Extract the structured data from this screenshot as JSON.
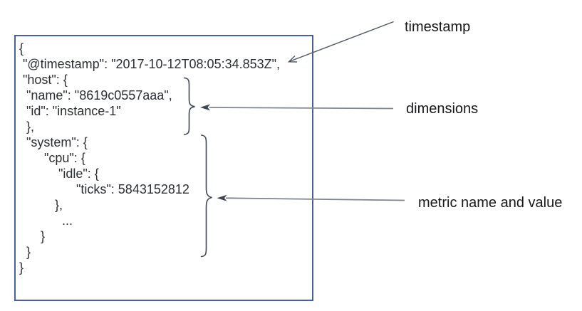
{
  "document": {
    "text": "{\n \"@timestamp\": \"2017-10-12T08:05:34.853Z\",\n \"host\": {\n  \"name\": \"8619c0557aaa\",\n  \"id\": \"instance-1\"\n  },\n  \"system\": {\n       \"cpu\": {\n           \"idle\": {\n                \"ticks\": 5843152812\n          },\n            ...\n      }\n  }\n}",
    "values": {
      "timestamp": "2017-10-12T08:05:34.853Z",
      "host_name": "8619c0557aaa",
      "host_id": "instance-1",
      "ticks": 5843152812
    }
  },
  "annotations": {
    "timestamp_label": "timestamp",
    "dimensions_label": "dimensions",
    "metric_label": "metric name and value"
  },
  "colors": {
    "box_border": "#46619c",
    "code_text": "#2b2e33",
    "label_text": "#17181a",
    "brace_and_arrowhead": "#3d4654",
    "timestamp_arrow_line": "#4d5663",
    "connector_line": "#7d8591"
  }
}
